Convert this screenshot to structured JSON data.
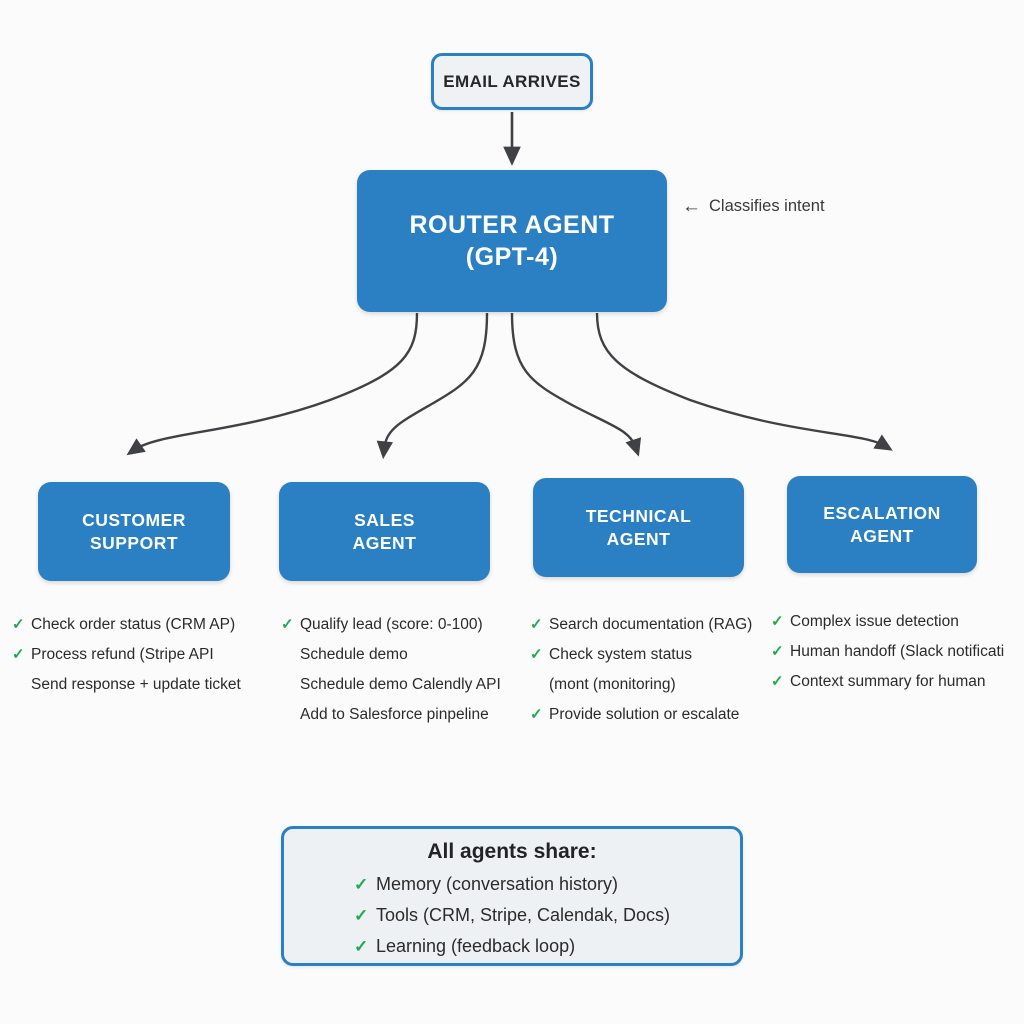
{
  "diagram": {
    "title": "Multi-agent email routing flow",
    "background": "#fbfbfb",
    "accent_blue": "#2b80c4",
    "check_green": "#1faa4b",
    "connector_gray": "#3f4144"
  },
  "start_node": {
    "label": "EMAIL ARRIVES"
  },
  "router_node": {
    "line1": "ROUTER AGENT",
    "line2": "(GPT-4)",
    "annotation": "Classifies intent",
    "annotation_arrow": "←"
  },
  "agents": [
    {
      "line1": "CUSTOMER",
      "line2": "SUPPORT",
      "bullets": [
        {
          "checked": true,
          "text": "Check order status (CRM AP)"
        },
        {
          "checked": true,
          "text": "Process refund (Stripe API"
        },
        {
          "checked": false,
          "text": "Send response + update ticket"
        }
      ]
    },
    {
      "line1": "SALES",
      "line2": "AGENT",
      "bullets": [
        {
          "checked": true,
          "text": "Qualify lead (score: 0-100)"
        },
        {
          "checked": false,
          "text": "Schedule demo"
        },
        {
          "checked": false,
          "text": "Schedule demo Calendly API"
        },
        {
          "checked": false,
          "text": "Add to Salesforce pinpeline"
        }
      ]
    },
    {
      "line1": "TECHNICAL",
      "line2": "AGENT",
      "bullets": [
        {
          "checked": true,
          "text": "Search documentation (RAG)"
        },
        {
          "checked": true,
          "text": "Check system status"
        },
        {
          "checked": false,
          "text": "(mont (monitoring)"
        },
        {
          "checked": true,
          "text": "Provide solution or escalate"
        }
      ]
    },
    {
      "line1": "ESCALATION",
      "line2": "AGENT",
      "bullets": [
        {
          "checked": true,
          "text": "Complex issue detection"
        },
        {
          "checked": true,
          "text": "Human handoff (Slack notificati"
        },
        {
          "checked": true,
          "text": "Context summary for human"
        }
      ]
    }
  ],
  "shared_panel": {
    "title": "All agents share:",
    "items": [
      {
        "checked": true,
        "text": "Memory (conversation history)"
      },
      {
        "checked": true,
        "text": "Tools (CRM, Stripe, Calendak, Docs)"
      },
      {
        "checked": true,
        "text": "Learning (feedback loop)"
      }
    ]
  },
  "glyphs": {
    "check": "✓"
  }
}
